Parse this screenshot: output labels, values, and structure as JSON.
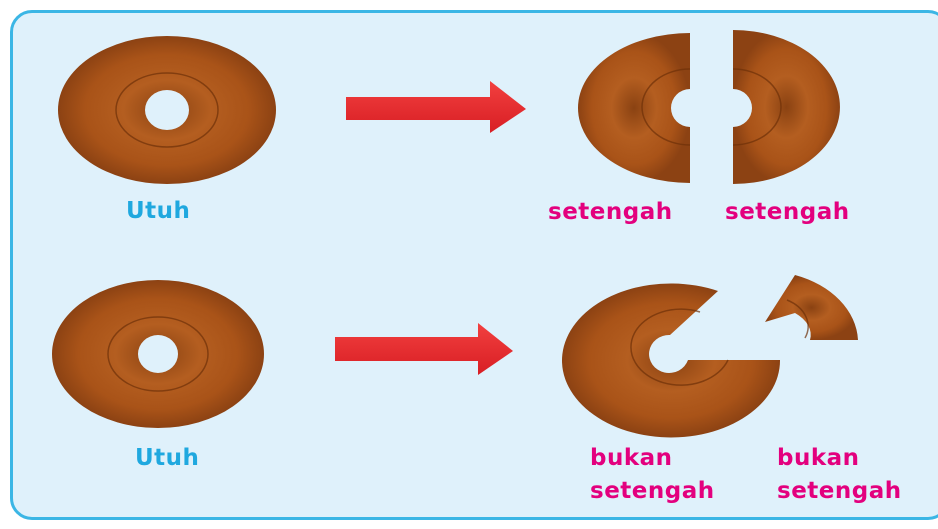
{
  "colors": {
    "panel_border": "#3bb6e5",
    "panel_background": "#dff1fb",
    "donut_fill": "#a85419",
    "arrow_fill": "#ee2b2e",
    "whole_label": "#1fa8df",
    "part_label": "#e3007e"
  },
  "rows": [
    {
      "whole_label": "Utuh",
      "parts": [
        {
          "label": "setengah"
        },
        {
          "label": "setengah"
        }
      ]
    },
    {
      "whole_label": "Utuh",
      "parts": [
        {
          "label_line1": "bukan",
          "label_line2": "setengah"
        },
        {
          "label_line1": "bukan",
          "label_line2": "setengah"
        }
      ]
    }
  ]
}
